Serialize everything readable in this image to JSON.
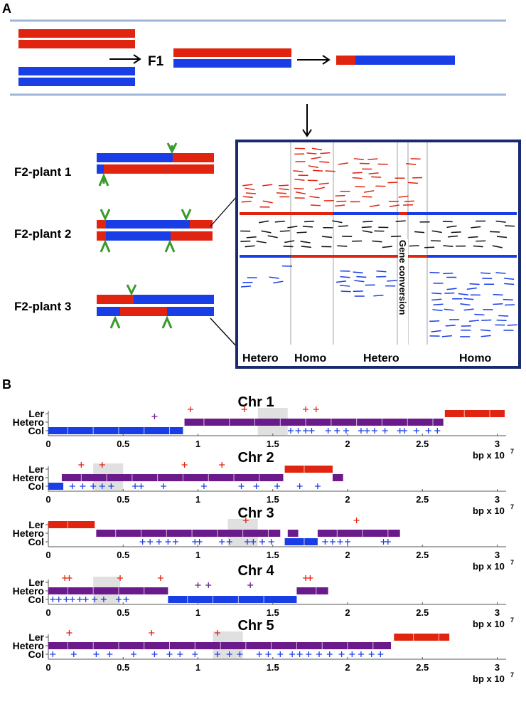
{
  "panel_a": {
    "label": "A",
    "f1_label": "F1",
    "plant_labels": [
      "F2-plant 1",
      "F2-plant 2",
      "F2-plant 3"
    ],
    "region_labels": [
      "Hetero",
      "Homo",
      "Hetero",
      "Homo"
    ],
    "gene_conversion_label": "Gene conversion"
  },
  "panel_b": {
    "label": "B",
    "row_labels": {
      "ler": "Ler",
      "hetero": "Hetero",
      "col": "Col"
    },
    "x_unit_label": "bp x 10",
    "x_unit_exponent": "7",
    "tick_labels": [
      "0",
      "0.5",
      "1",
      "1.5",
      "2",
      "2.5",
      "3"
    ]
  },
  "colors": {
    "ler": "#e0240f",
    "col": "#1a3ee6",
    "hetero": "#6a1a8a",
    "frame": "#1a2a6e",
    "rule": "#9db4d8"
  },
  "chart_data": [
    {
      "type": "scatter",
      "title": "Chr 1",
      "xlabel": "bp x 10^7",
      "xlim": [
        0,
        3
      ],
      "ticks": [
        0,
        0.5,
        1,
        1.5,
        2,
        2.5,
        3
      ],
      "segments": [
        {
          "genotype": "Col",
          "start": 0,
          "end": 0.9
        },
        {
          "genotype": "Hetero",
          "start": 0.91,
          "end": 2.64
        },
        {
          "genotype": "Ler",
          "start": 2.65,
          "end": 3.05
        }
      ],
      "highlight": [
        1.4,
        1.6
      ],
      "ler_markers": [
        0.95,
        1.31,
        1.72,
        1.79
      ],
      "hetero_markers": [
        0.71
      ],
      "col_markers": [
        1.62,
        1.67,
        1.72,
        1.76,
        1.87,
        1.93,
        1.99,
        2.09,
        2.13,
        2.18,
        2.25,
        2.35,
        2.38,
        2.46,
        2.54,
        2.6
      ]
    },
    {
      "type": "scatter",
      "title": "Chr 2",
      "xlabel": "bp x 10^7",
      "xlim": [
        0,
        3
      ],
      "ticks": [
        0,
        0.5,
        1,
        1.5,
        2,
        2.5,
        3
      ],
      "segments": [
        {
          "genotype": "Col",
          "start": 0,
          "end": 0.1
        },
        {
          "genotype": "Hetero",
          "start": 0.09,
          "end": 1.57
        },
        {
          "genotype": "Ler",
          "start": 1.58,
          "end": 1.9
        },
        {
          "genotype": "Hetero",
          "start": 1.9,
          "end": 1.97
        }
      ],
      "highlight": [
        0.3,
        0.5
      ],
      "ler_markers": [
        0.22,
        0.36,
        0.91,
        1.16
      ],
      "hetero_markers": [],
      "col_markers": [
        0.16,
        0.23,
        0.3,
        0.36,
        0.42,
        0.58,
        0.62,
        0.77,
        1.04,
        1.29,
        1.39,
        1.53,
        1.68,
        1.8
      ]
    },
    {
      "type": "scatter",
      "title": "Chr 3",
      "xlabel": "bp x 10^7",
      "xlim": [
        0,
        3
      ],
      "ticks": [
        0,
        0.5,
        1,
        1.5,
        2,
        2.5,
        3
      ],
      "segments": [
        {
          "genotype": "Ler",
          "start": 0,
          "end": 0.31
        },
        {
          "genotype": "Hetero",
          "start": 0.32,
          "end": 1.55
        },
        {
          "genotype": "Hetero",
          "start": 1.6,
          "end": 1.67
        },
        {
          "genotype": "Col",
          "start": 1.58,
          "end": 1.8
        },
        {
          "genotype": "Hetero",
          "start": 1.8,
          "end": 2.35
        }
      ],
      "highlight": [
        1.2,
        1.4
      ],
      "ler_markers": [
        1.32,
        2.06
      ],
      "hetero_markers": [],
      "col_markers": [
        0.63,
        0.68,
        0.74,
        0.8,
        0.85,
        0.98,
        1.01,
        1.16,
        1.21,
        1.33,
        1.37,
        1.43,
        1.49,
        1.85,
        1.9,
        1.95,
        2.0,
        2.24,
        2.27
      ]
    },
    {
      "type": "scatter",
      "title": "Chr 4",
      "xlabel": "bp x 10^7",
      "xlim": [
        0,
        3
      ],
      "ticks": [
        0,
        0.5,
        1,
        1.5,
        2,
        2.5,
        3
      ],
      "segments": [
        {
          "genotype": "Hetero",
          "start": 0,
          "end": 0.8
        },
        {
          "genotype": "Col",
          "start": 0.8,
          "end": 1.66
        },
        {
          "genotype": "Hetero",
          "start": 1.66,
          "end": 1.87
        }
      ],
      "highlight": [
        0.3,
        0.48
      ],
      "ler_markers": [
        0.11,
        0.14,
        0.48,
        0.75,
        1.72,
        1.75
      ],
      "hetero_markers": [
        1.0,
        1.07,
        1.35
      ],
      "col_markers": [
        0.03,
        0.07,
        0.12,
        0.16,
        0.21,
        0.25,
        0.31,
        0.37,
        0.47,
        0.52
      ]
    },
    {
      "type": "scatter",
      "title": "Chr 5",
      "xlabel": "bp x 10^7",
      "xlim": [
        0,
        3
      ],
      "ticks": [
        0,
        0.5,
        1,
        1.5,
        2,
        2.5,
        3
      ],
      "segments": [
        {
          "genotype": "Hetero",
          "start": 0,
          "end": 2.29
        },
        {
          "genotype": "Ler",
          "start": 2.31,
          "end": 2.68
        }
      ],
      "highlight": [
        1.1,
        1.3
      ],
      "ler_markers": [
        0.14,
        0.69,
        1.13
      ],
      "hetero_markers": [],
      "col_markers": [
        0.03,
        0.17,
        0.32,
        0.41,
        0.57,
        0.71,
        0.81,
        0.88,
        0.98,
        1.13,
        1.21,
        1.28,
        1.41,
        1.47,
        1.55,
        1.63,
        1.68,
        1.74,
        1.81,
        1.88,
        1.96,
        2.03,
        2.09,
        2.16,
        2.22
      ]
    }
  ]
}
